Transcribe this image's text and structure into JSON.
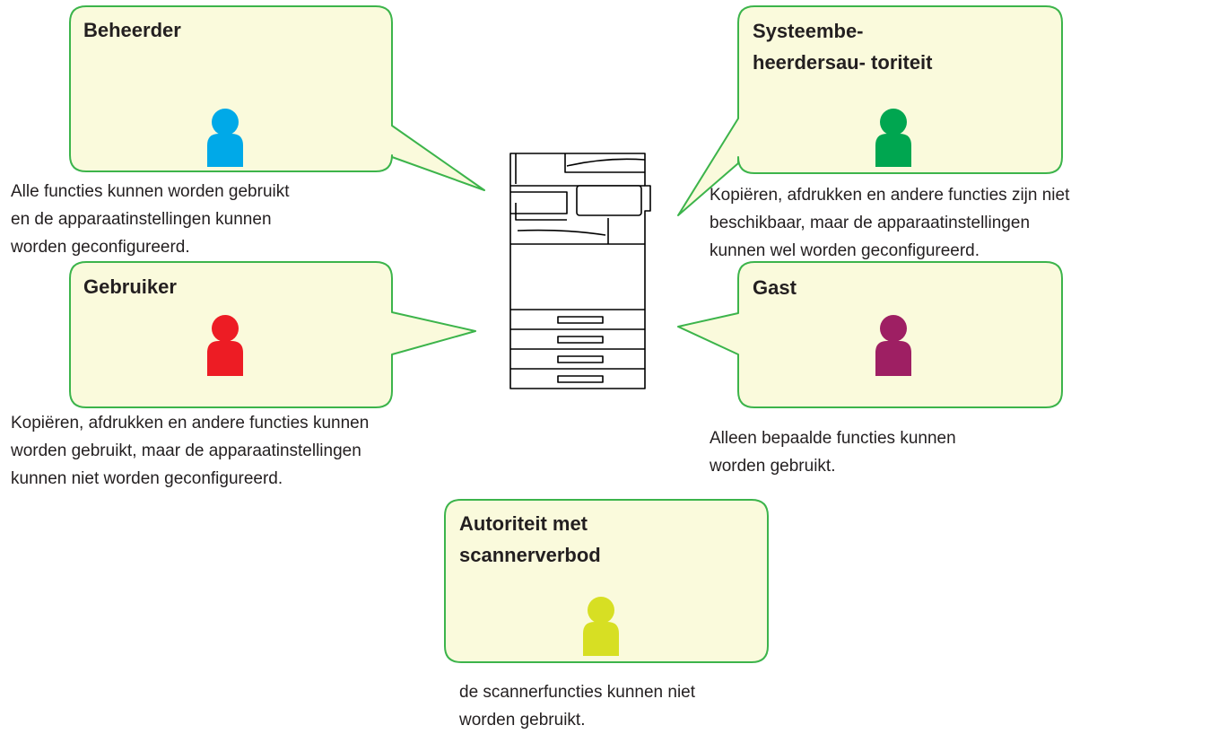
{
  "colors": {
    "bubble_fill": "#fafadc",
    "bubble_stroke": "#3cb44b",
    "line": "#000000"
  },
  "roles": {
    "admin": {
      "title": "Beheerder",
      "description": [
        "Alle functies kunnen worden gebruikt",
        "en de apparaatinstellingen kunnen",
        "worden geconfigureerd."
      ],
      "icon": "person-icon",
      "color": "#00a9e8"
    },
    "sysadmin": {
      "title": [
        "Systeembe-",
        "heerdersau- toriteit"
      ],
      "description": [
        "Kopiëren, afdrukken en andere functies zijn niet",
        "beschikbaar, maar de apparaatinstellingen",
        "kunnen wel worden geconfigureerd."
      ],
      "icon": "person-icon",
      "color": "#00a650"
    },
    "user": {
      "title": "Gebruiker",
      "description": [
        "Kopiëren, afdrukken en andere functies kunnen",
        "worden gebruikt, maar de apparaatinstellingen",
        "kunnen niet worden geconfigureerd."
      ],
      "icon": "person-icon",
      "color": "#ed1c24"
    },
    "guest": {
      "title": "Gast",
      "description": [
        "Alleen bepaalde functies kunnen",
        "worden gebruikt."
      ],
      "icon": "person-icon",
      "color": "#9e1f63"
    },
    "scan_restricted": {
      "title": [
        "Autoriteit met",
        "scannerverbod"
      ],
      "description": [
        "de scannerfuncties kunnen niet",
        "worden gebruikt."
      ],
      "icon": "person-icon",
      "color": "#d7df23"
    }
  },
  "device": {
    "icon": "printer-icon"
  }
}
